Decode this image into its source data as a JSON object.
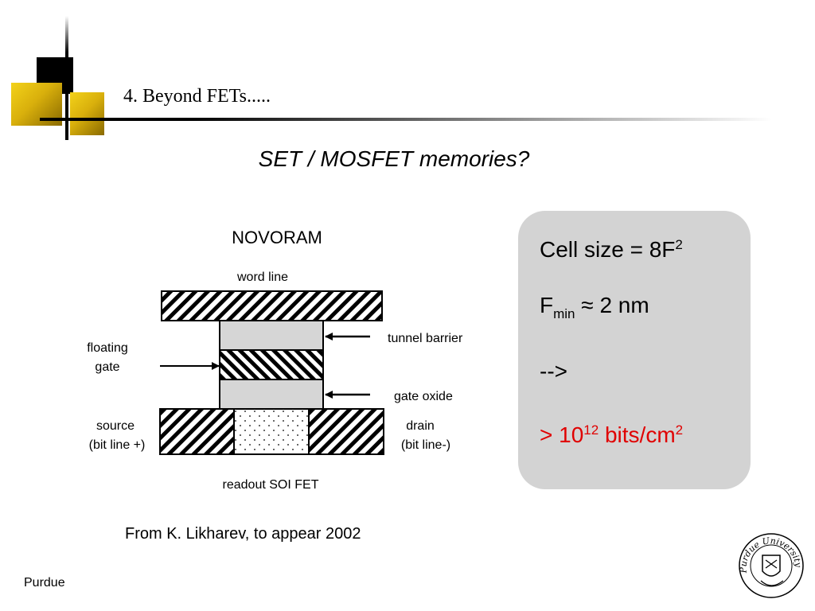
{
  "slide": {
    "title": "4.  Beyond FETs.....",
    "subtitle": "SET / MOSFET memories?",
    "caption": "From K. Likharev, to appear 2002",
    "footer": "Purdue"
  },
  "diagram": {
    "heading": "NOVORAM",
    "word_line": "word line",
    "tunnel_barrier": "tunnel barrier",
    "floating_gate_1": "floating",
    "floating_gate_2": "gate",
    "gate_oxide": "gate oxide",
    "source_1": "source",
    "source_2": "(bit line +)",
    "drain_1": "drain",
    "drain_2": "(bit line-)",
    "readout": "readout SOI FET"
  },
  "infobox": {
    "cell_size_text": "Cell size = 8F",
    "cell_size_sup": "2",
    "fmin_text": "F",
    "fmin_sub": "min",
    "fmin_value": " ≈ 2 nm",
    "arrow": "-->",
    "density_prefix": "> 10",
    "density_exp": "12",
    "density_unit": " bits/cm",
    "density_unit_sup": "2",
    "density_color": "#e00000"
  },
  "logo": {
    "seal_text": "Purdue University"
  }
}
